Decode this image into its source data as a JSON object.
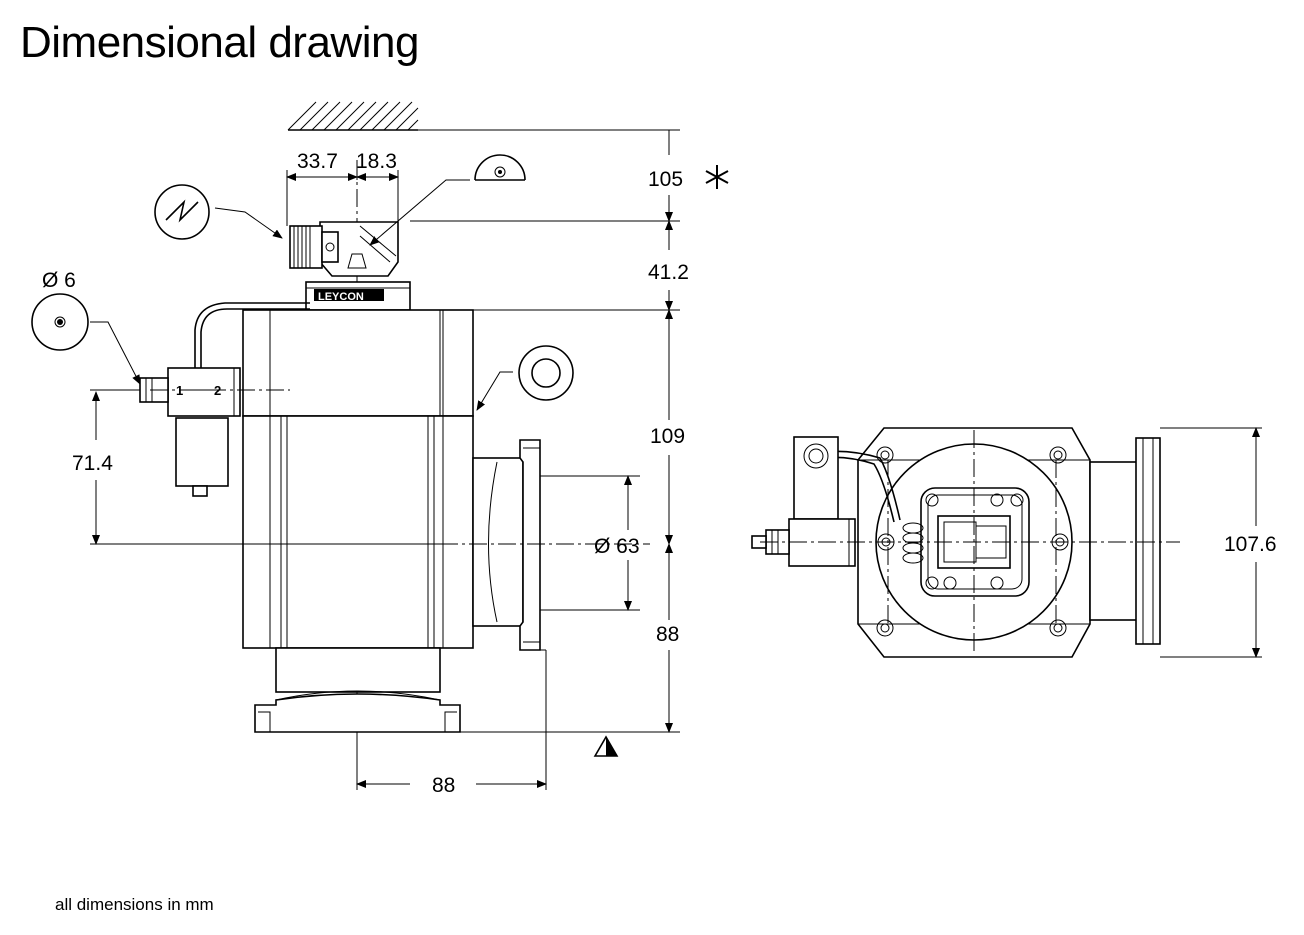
{
  "title": "Dimensional drawing",
  "footnote": "all dimensions in mm",
  "dimensions": {
    "connector_offset": "33.7",
    "connector_width": "18.3",
    "top_clearance": "105",
    "actuator_height": "41.2",
    "body_height": "109",
    "side_port_height": "71.4",
    "flange_diameter": "Ø 63",
    "lower_height": "88",
    "port_offset": "88",
    "hose_diameter": "Ø 6",
    "flange_width": "107.6"
  },
  "label_text": {
    "brand": "LEYCON",
    "valve_port_1": "1",
    "valve_port_2": "2"
  },
  "symbols": {
    "clearance_marker": "asterisk-icon",
    "electric_connection": "electric-connection-icon",
    "optical_indicator": "position-indicator-icon",
    "hose_connection": "hose-connection-icon",
    "pressure_port": "port-icon",
    "reference_base": "datum-triangle-icon"
  }
}
